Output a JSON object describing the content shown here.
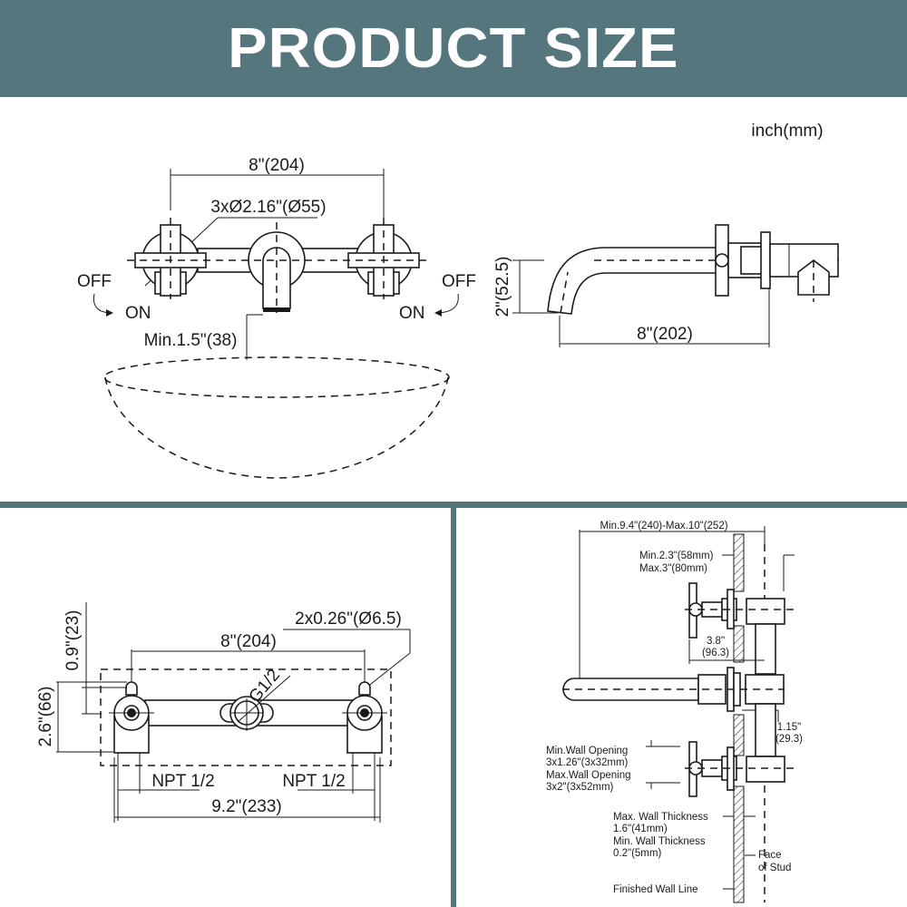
{
  "header": {
    "title": "PRODUCT SIZE"
  },
  "colors": {
    "band": "#55767d",
    "ink": "#1a1a1a",
    "background": "#ffffff"
  },
  "front_view": {
    "unit_label": "inch(mm)",
    "handle_spacing": "8\"(204)",
    "escutcheon_diameter": "3xØ2.16\"(Ø55)",
    "left_off": "OFF",
    "left_on": "ON",
    "right_off": "OFF",
    "right_on": "ON",
    "min_clearance": "Min.1.5\"(38)"
  },
  "side_view": {
    "spout_height": "2\"(52.5)",
    "spout_reach": "8\"(202)"
  },
  "rough_in": {
    "mount_holes": "2x0.26\"(Ø6.5)",
    "center_spacing": "8\"(204)",
    "inlet_label": "G1/2",
    "top_offset": "0.9\"(23)",
    "height": "2.6\"(66)",
    "left_thread": "NPT 1/2",
    "right_thread": "NPT 1/2",
    "overall_width": "9.2\"(233)"
  },
  "installation": {
    "overall_depth": "Min.9.4\"(240)-Max.10\"(252)",
    "depth_min": "Min.2.3\"(58mm)",
    "depth_max": "Max.3\"(80mm)",
    "handle_offset_in": "3.8\"",
    "handle_offset_mm": "(96.3)",
    "spout_offset_in": "1.15\"",
    "spout_offset_mm": "(29.3)",
    "min_opening_label": "Min.Wall Opening",
    "min_opening_value": "3x1.26\"(3x32mm)",
    "max_opening_label": "Max.Wall Opening",
    "max_opening_value": "3x2\"(3x52mm)",
    "max_wall_label": "Max. Wall Thickness",
    "max_wall_value": "1.6\"(41mm)",
    "min_wall_label": "Min. Wall Thickness",
    "min_wall_value": "0.2\"(5mm)",
    "face_of_stud_1": "Face",
    "face_of_stud_2": "of Stud",
    "finished_wall": "Finished Wall Line"
  }
}
